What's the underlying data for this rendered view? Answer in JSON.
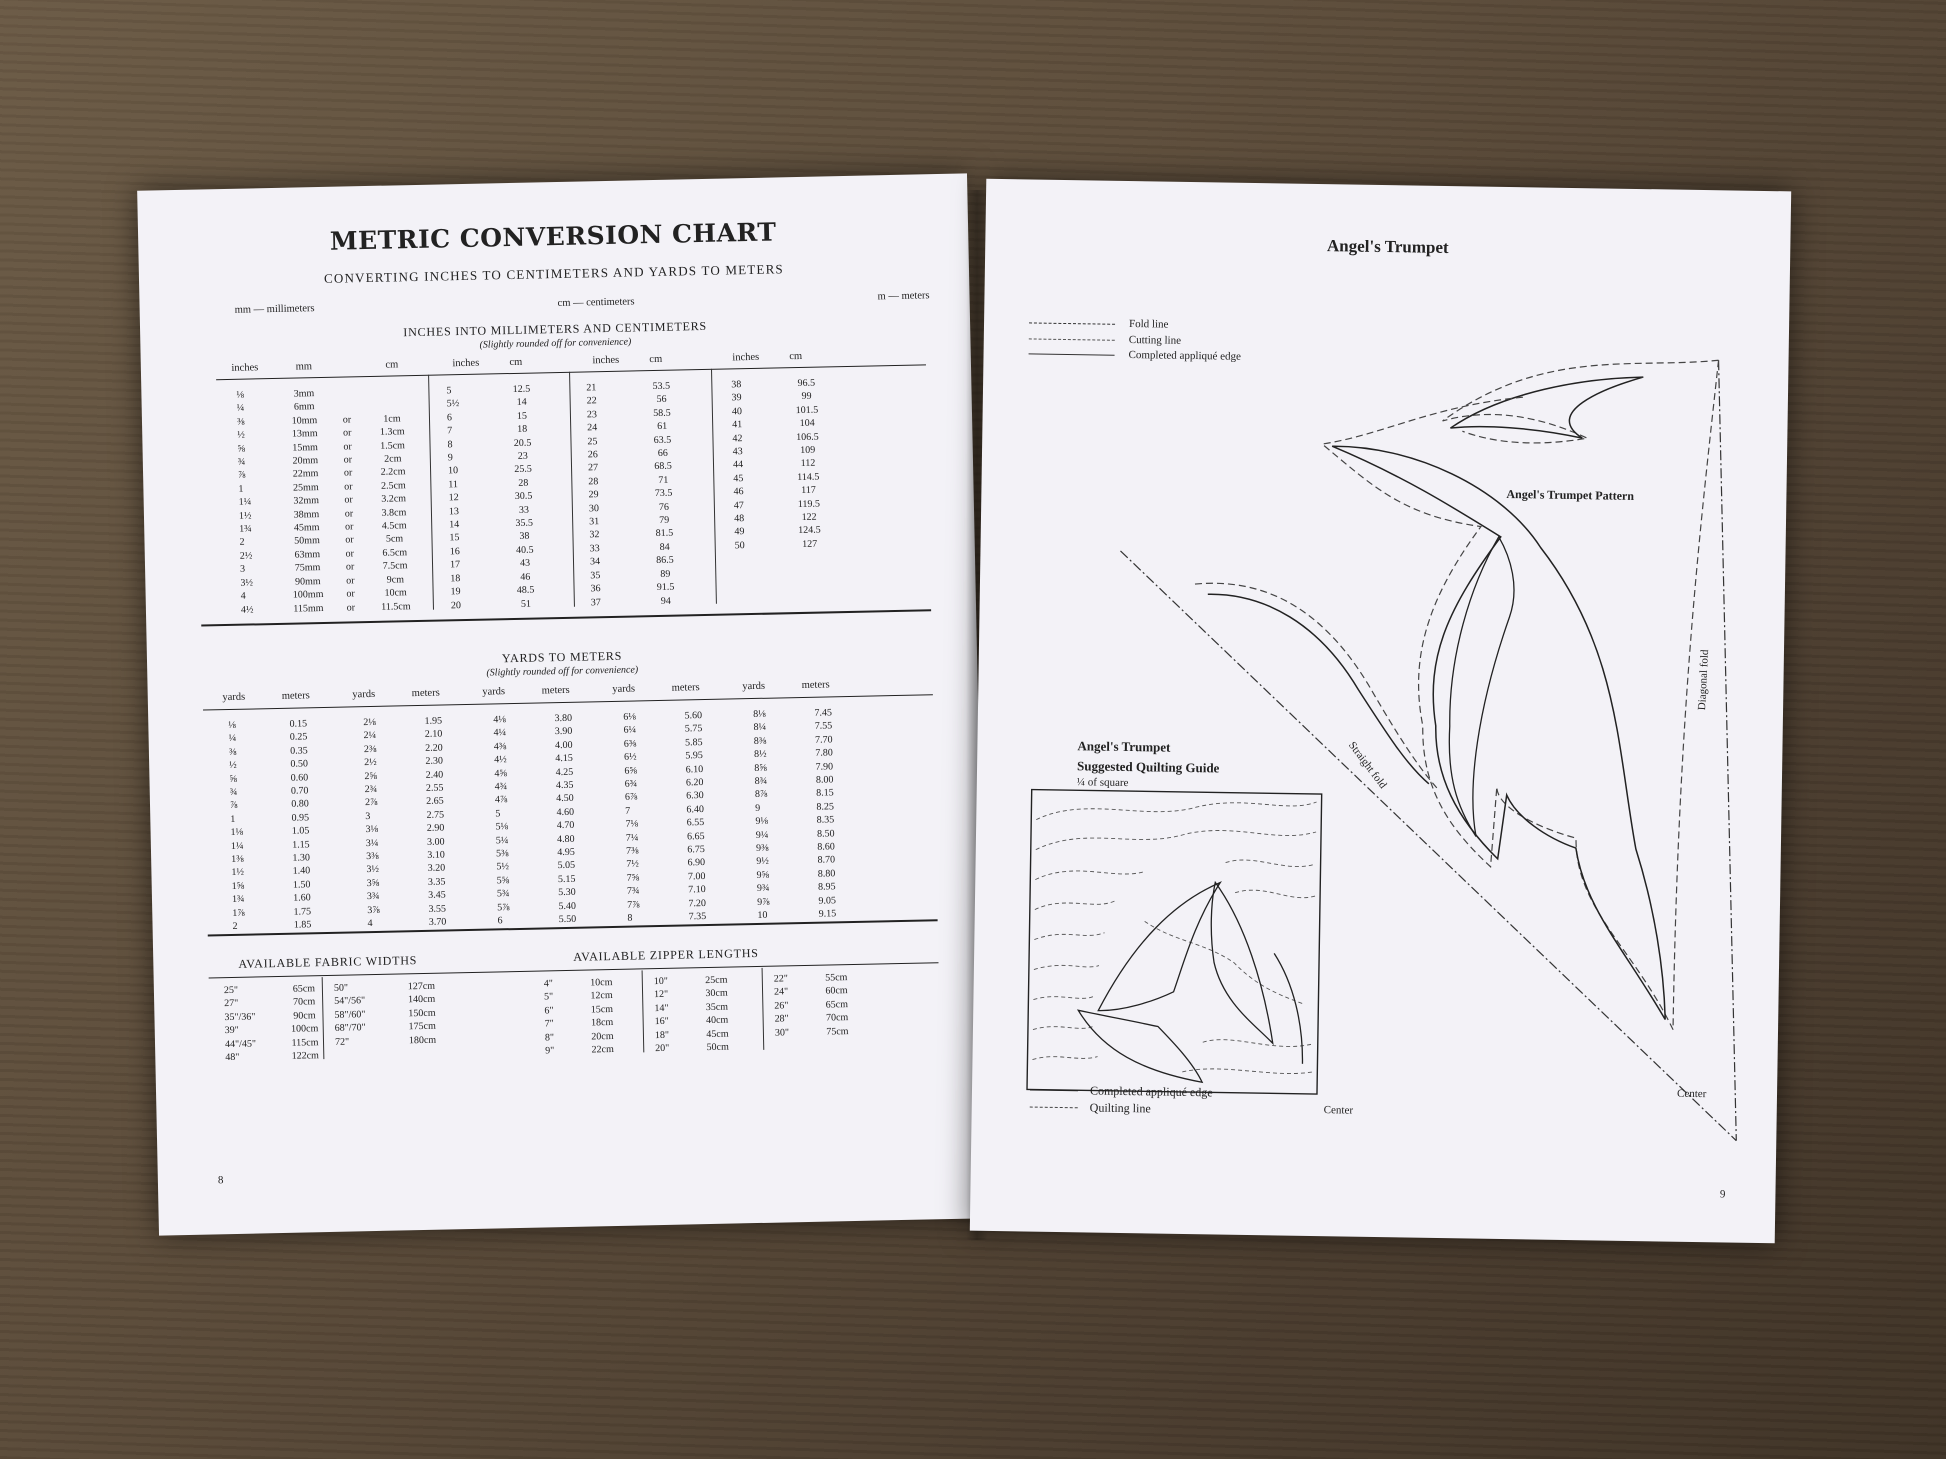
{
  "left_page": {
    "title": "METRIC CONVERSION CHART",
    "subtitle": "CONVERTING INCHES TO CENTIMETERS AND YARDS TO METERS",
    "abbreviations": [
      "mm — millimeters",
      "cm — centimeters",
      "m — meters"
    ],
    "inches_section": {
      "title": "INCHES INTO MILLIMETERS AND CENTIMETERS",
      "note": "(Slightly rounded off for convenience)",
      "headers_a": [
        "inches",
        "mm",
        "",
        "cm"
      ],
      "headers_b": [
        "inches",
        "cm"
      ],
      "group_a": [
        [
          "⅛",
          "3mm",
          "",
          ""
        ],
        [
          "¼",
          "6mm",
          "",
          ""
        ],
        [
          "⅜",
          "10mm",
          "or",
          "1cm"
        ],
        [
          "½",
          "13mm",
          "or",
          "1.3cm"
        ],
        [
          "⅝",
          "15mm",
          "or",
          "1.5cm"
        ],
        [
          "¾",
          "20mm",
          "or",
          "2cm"
        ],
        [
          "⅞",
          "22mm",
          "or",
          "2.2cm"
        ],
        [
          "1",
          "25mm",
          "or",
          "2.5cm"
        ],
        [
          "1¼",
          "32mm",
          "or",
          "3.2cm"
        ],
        [
          "1½",
          "38mm",
          "or",
          "3.8cm"
        ],
        [
          "1¾",
          "45mm",
          "or",
          "4.5cm"
        ],
        [
          "2",
          "50mm",
          "or",
          "5cm"
        ],
        [
          "2½",
          "63mm",
          "or",
          "6.5cm"
        ],
        [
          "3",
          "75mm",
          "or",
          "7.5cm"
        ],
        [
          "3½",
          "90mm",
          "or",
          "9cm"
        ],
        [
          "4",
          "100mm",
          "or",
          "10cm"
        ],
        [
          "4½",
          "115mm",
          "or",
          "11.5cm"
        ]
      ],
      "group_b": [
        [
          "5",
          "12.5"
        ],
        [
          "5½",
          "14"
        ],
        [
          "6",
          "15"
        ],
        [
          "7",
          "18"
        ],
        [
          "8",
          "20.5"
        ],
        [
          "9",
          "23"
        ],
        [
          "10",
          "25.5"
        ],
        [
          "11",
          "28"
        ],
        [
          "12",
          "30.5"
        ],
        [
          "13",
          "33"
        ],
        [
          "14",
          "35.5"
        ],
        [
          "15",
          "38"
        ],
        [
          "16",
          "40.5"
        ],
        [
          "17",
          "43"
        ],
        [
          "18",
          "46"
        ],
        [
          "19",
          "48.5"
        ],
        [
          "20",
          "51"
        ]
      ],
      "group_c": [
        [
          "21",
          "53.5"
        ],
        [
          "22",
          "56"
        ],
        [
          "23",
          "58.5"
        ],
        [
          "24",
          "61"
        ],
        [
          "25",
          "63.5"
        ],
        [
          "26",
          "66"
        ],
        [
          "27",
          "68.5"
        ],
        [
          "28",
          "71"
        ],
        [
          "29",
          "73.5"
        ],
        [
          "30",
          "76"
        ],
        [
          "31",
          "79"
        ],
        [
          "32",
          "81.5"
        ],
        [
          "33",
          "84"
        ],
        [
          "34",
          "86.5"
        ],
        [
          "35",
          "89"
        ],
        [
          "36",
          "91.5"
        ],
        [
          "37",
          "94"
        ]
      ],
      "group_d": [
        [
          "38",
          "96.5"
        ],
        [
          "39",
          "99"
        ],
        [
          "40",
          "101.5"
        ],
        [
          "41",
          "104"
        ],
        [
          "42",
          "106.5"
        ],
        [
          "43",
          "109"
        ],
        [
          "44",
          "112"
        ],
        [
          "45",
          "114.5"
        ],
        [
          "46",
          "117"
        ],
        [
          "47",
          "119.5"
        ],
        [
          "48",
          "122"
        ],
        [
          "49",
          "124.5"
        ],
        [
          "50",
          "127"
        ]
      ]
    },
    "yards_section": {
      "title": "YARDS TO METERS",
      "note": "(Slightly rounded off for convenience)",
      "headers": [
        "yards",
        "meters"
      ],
      "groups": [
        [
          [
            "⅛",
            "0.15"
          ],
          [
            "¼",
            "0.25"
          ],
          [
            "⅜",
            "0.35"
          ],
          [
            "½",
            "0.50"
          ],
          [
            "⅝",
            "0.60"
          ],
          [
            "¾",
            "0.70"
          ],
          [
            "⅞",
            "0.80"
          ],
          [
            "1",
            "0.95"
          ],
          [
            "1⅛",
            "1.05"
          ],
          [
            "1¼",
            "1.15"
          ],
          [
            "1⅜",
            "1.30"
          ],
          [
            "1½",
            "1.40"
          ],
          [
            "1⅝",
            "1.50"
          ],
          [
            "1¾",
            "1.60"
          ],
          [
            "1⅞",
            "1.75"
          ],
          [
            "2",
            "1.85"
          ]
        ],
        [
          [
            "2⅛",
            "1.95"
          ],
          [
            "2¼",
            "2.10"
          ],
          [
            "2⅜",
            "2.20"
          ],
          [
            "2½",
            "2.30"
          ],
          [
            "2⅝",
            "2.40"
          ],
          [
            "2¾",
            "2.55"
          ],
          [
            "2⅞",
            "2.65"
          ],
          [
            "3",
            "2.75"
          ],
          [
            "3⅛",
            "2.90"
          ],
          [
            "3¼",
            "3.00"
          ],
          [
            "3⅜",
            "3.10"
          ],
          [
            "3½",
            "3.20"
          ],
          [
            "3⅝",
            "3.35"
          ],
          [
            "3¾",
            "3.45"
          ],
          [
            "3⅞",
            "3.55"
          ],
          [
            "4",
            "3.70"
          ]
        ],
        [
          [
            "4⅛",
            "3.80"
          ],
          [
            "4¼",
            "3.90"
          ],
          [
            "4⅜",
            "4.00"
          ],
          [
            "4½",
            "4.15"
          ],
          [
            "4⅝",
            "4.25"
          ],
          [
            "4¾",
            "4.35"
          ],
          [
            "4⅞",
            "4.50"
          ],
          [
            "5",
            "4.60"
          ],
          [
            "5⅛",
            "4.70"
          ],
          [
            "5¼",
            "4.80"
          ],
          [
            "5⅜",
            "4.95"
          ],
          [
            "5½",
            "5.05"
          ],
          [
            "5⅝",
            "5.15"
          ],
          [
            "5¾",
            "5.30"
          ],
          [
            "5⅞",
            "5.40"
          ],
          [
            "6",
            "5.50"
          ]
        ],
        [
          [
            "6⅛",
            "5.60"
          ],
          [
            "6¼",
            "5.75"
          ],
          [
            "6⅜",
            "5.85"
          ],
          [
            "6½",
            "5.95"
          ],
          [
            "6⅝",
            "6.10"
          ],
          [
            "6¾",
            "6.20"
          ],
          [
            "6⅞",
            "6.30"
          ],
          [
            "7",
            "6.40"
          ],
          [
            "7⅛",
            "6.55"
          ],
          [
            "7¼",
            "6.65"
          ],
          [
            "7⅜",
            "6.75"
          ],
          [
            "7½",
            "6.90"
          ],
          [
            "7⅝",
            "7.00"
          ],
          [
            "7¾",
            "7.10"
          ],
          [
            "7⅞",
            "7.20"
          ],
          [
            "8",
            "7.35"
          ]
        ],
        [
          [
            "8⅛",
            "7.45"
          ],
          [
            "8¼",
            "7.55"
          ],
          [
            "8⅜",
            "7.70"
          ],
          [
            "8½",
            "7.80"
          ],
          [
            "8⅝",
            "7.90"
          ],
          [
            "8¾",
            "8.00"
          ],
          [
            "8⅞",
            "8.15"
          ],
          [
            "9",
            "8.25"
          ],
          [
            "9⅛",
            "8.35"
          ],
          [
            "9¼",
            "8.50"
          ],
          [
            "9⅜",
            "8.60"
          ],
          [
            "9½",
            "8.70"
          ],
          [
            "9⅝",
            "8.80"
          ],
          [
            "9¾",
            "8.95"
          ],
          [
            "9⅞",
            "9.05"
          ],
          [
            "10",
            "9.15"
          ]
        ]
      ]
    },
    "fabric_widths": {
      "title": "AVAILABLE FABRIC WIDTHS",
      "group_a": [
        [
          "25\"",
          "65cm"
        ],
        [
          "27\"",
          "70cm"
        ],
        [
          "35\"/36\"",
          "90cm"
        ],
        [
          "39\"",
          "100cm"
        ],
        [
          "44\"/45\"",
          "115cm"
        ],
        [
          "48\"",
          "122cm"
        ]
      ],
      "group_b": [
        [
          "50\"",
          "127cm"
        ],
        [
          "54\"/56\"",
          "140cm"
        ],
        [
          "58\"/60\"",
          "150cm"
        ],
        [
          "68\"/70\"",
          "175cm"
        ],
        [
          "72\"",
          "180cm"
        ]
      ]
    },
    "zipper_lengths": {
      "title": "AVAILABLE ZIPPER LENGTHS",
      "group_a": [
        [
          "4\"",
          "10cm"
        ],
        [
          "5\"",
          "12cm"
        ],
        [
          "6\"",
          "15cm"
        ],
        [
          "7\"",
          "18cm"
        ],
        [
          "8\"",
          "20cm"
        ],
        [
          "9\"",
          "22cm"
        ]
      ],
      "group_b": [
        [
          "10\"",
          "25cm"
        ],
        [
          "12\"",
          "30cm"
        ],
        [
          "14\"",
          "35cm"
        ],
        [
          "16\"",
          "40cm"
        ],
        [
          "18\"",
          "45cm"
        ],
        [
          "20\"",
          "50cm"
        ]
      ],
      "group_c": [
        [
          "22\"",
          "55cm"
        ],
        [
          "24\"",
          "60cm"
        ],
        [
          "26\"",
          "65cm"
        ],
        [
          "28\"",
          "70cm"
        ],
        [
          "30\"",
          "75cm"
        ]
      ]
    },
    "page_number": "8"
  },
  "right_page": {
    "title": "Angel's Trumpet",
    "legend": [
      "Fold line",
      "Cutting line",
      "Completed appliqué edge"
    ],
    "pattern_label": "Angel's Trumpet Pattern",
    "diagonal_fold": "Diagonal fold",
    "straight_fold": "Straight fold",
    "center_label_pattern": "Center",
    "quilting_title": [
      "Angel's Trumpet",
      "Suggested Quilting Guide"
    ],
    "quilting_sub": "¼ of square",
    "center_label_square": "Center",
    "quilting_legend": [
      "Completed appliqué edge",
      "Quilting line"
    ],
    "page_number": "9"
  }
}
